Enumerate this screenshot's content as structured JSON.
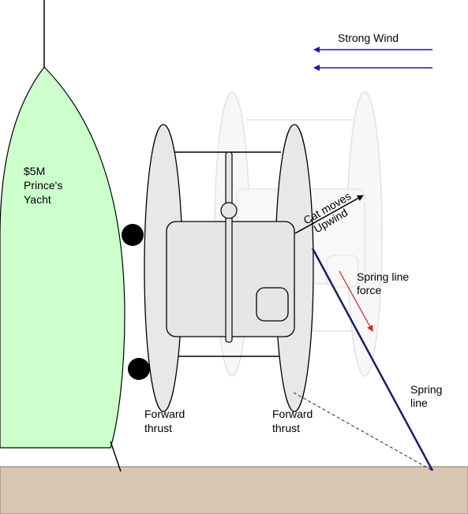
{
  "labels": {
    "strong_wind": "Strong Wind",
    "yacht_line1": "$5M",
    "yacht_line2": "Prince's",
    "yacht_line3": "Yacht",
    "cat_moves_line1": "Cat moves",
    "cat_moves_line2": "Upwind",
    "spring_force_line1": "Spring line",
    "spring_force_line2": "force",
    "spring_line_line1": "Spring",
    "spring_line_line2": "line",
    "forward_thrust_left_line1": "Forward",
    "forward_thrust_left_line2": "thrust",
    "forward_thrust_right_line1": "Forward",
    "forward_thrust_right_line2": "thrust"
  },
  "colors": {
    "yacht_fill": "#ccffcc",
    "dock_fill": "#d8c6b3",
    "wind_arrow": "#1a1aa8",
    "spring_line": "#1c1c6a",
    "force_arrow": "#e02020",
    "hull_fill": "#e8e8e8",
    "ghost_fill": "#f6f6f6",
    "fender": "#000000"
  }
}
